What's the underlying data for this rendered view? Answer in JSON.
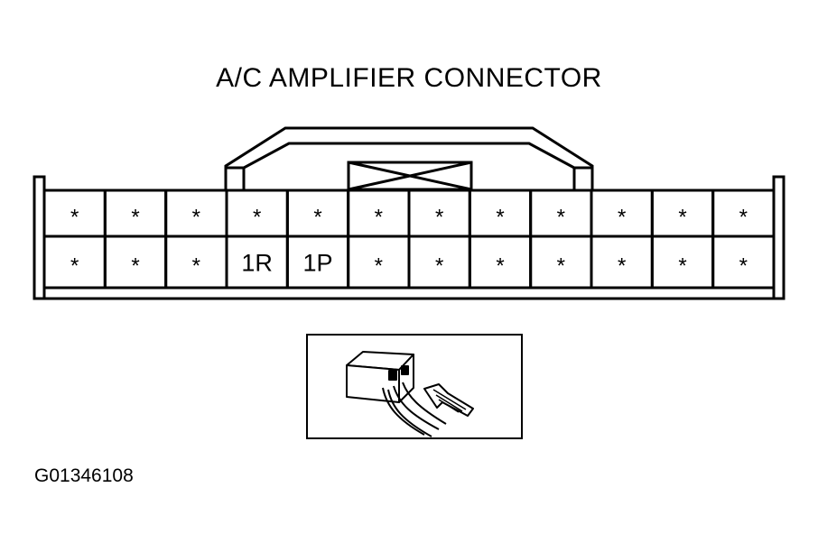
{
  "diagram": {
    "title": "A/C AMPLIFIER CONNECTOR",
    "figure_code": "G01346108",
    "connector": {
      "rows": [
        [
          "*",
          "*",
          "*",
          "*",
          "*",
          "*",
          "*",
          "*",
          "*",
          "*",
          "*",
          "*"
        ],
        [
          "*",
          "*",
          "*",
          "1R",
          "1P",
          "*",
          "*",
          "*",
          "*",
          "*",
          "*",
          "*"
        ]
      ]
    },
    "inset": {
      "icon": "connector-view-direction-icon"
    }
  }
}
